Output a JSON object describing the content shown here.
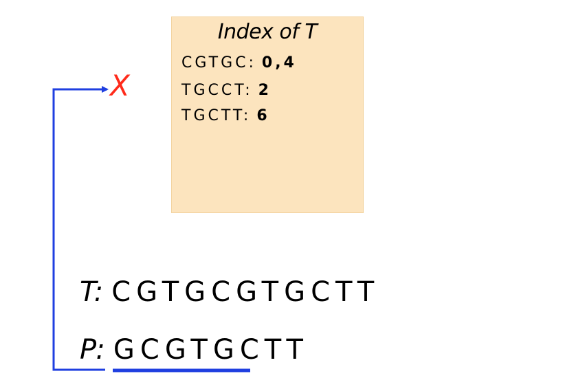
{
  "index": {
    "title": "Index of T",
    "entries": [
      {
        "key": "CGTGC:",
        "value": "0,4"
      },
      {
        "key": "TGCCT:",
        "value": "2"
      },
      {
        "key": "TGCTT:",
        "value": "6"
      }
    ]
  },
  "text_seq": {
    "label": "T:",
    "letters": "CGTGCGTGCTT"
  },
  "pattern_seq": {
    "label": "P:",
    "letters": "GCGTGCTT"
  },
  "mismatch_mark": "X",
  "colors": {
    "box_fill": "#fce4be",
    "arrow": "#1f3fe0",
    "mismatch": "#ff2a1a",
    "underline": "#1f3fe0"
  }
}
